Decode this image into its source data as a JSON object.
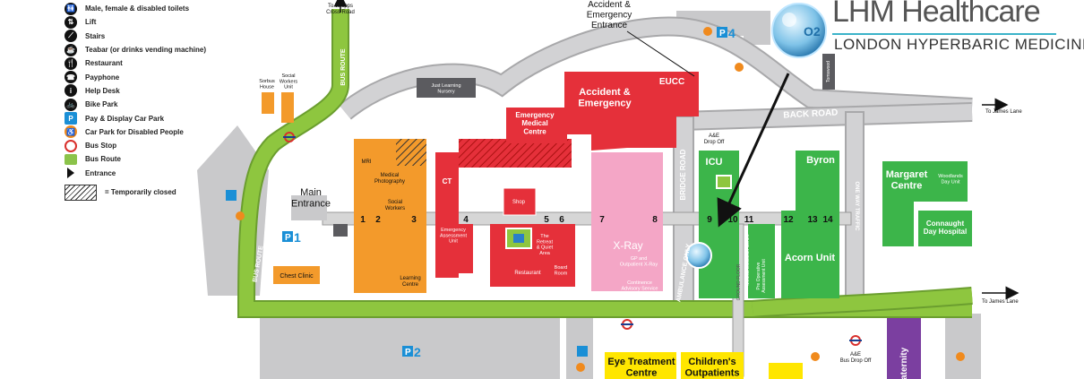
{
  "legend": [
    {
      "icon": "toilets-icon",
      "glyph": "🚻",
      "label": "Male, female & disabled toilets"
    },
    {
      "icon": "lift-icon",
      "glyph": "⇅",
      "label": "Lift"
    },
    {
      "icon": "stairs-icon",
      "glyph": "⟋",
      "label": "Stairs"
    },
    {
      "icon": "teabar-icon",
      "glyph": "☕",
      "label": "Teabar (or drinks vending machine)"
    },
    {
      "icon": "restaurant-icon",
      "glyph": "🍴",
      "label": "Restaurant"
    },
    {
      "icon": "payphone-icon",
      "glyph": "☎",
      "label": "Payphone"
    },
    {
      "icon": "help-desk-icon",
      "glyph": "i",
      "label": "Help Desk"
    },
    {
      "icon": "bike-park-icon",
      "glyph": "🚲",
      "label": "Bike Park"
    },
    {
      "icon": "car-park-icon",
      "glyph": "P",
      "label": "Pay & Display Car Park"
    },
    {
      "icon": "disabled-parking-icon",
      "glyph": "♿",
      "label": "Car Park for Disabled People"
    },
    {
      "icon": "bus-stop-icon",
      "glyph": "",
      "label": "Bus Stop"
    },
    {
      "icon": "bus-route-icon",
      "glyph": "",
      "label": "Bus Route"
    },
    {
      "icon": "entrance-icon",
      "glyph": "",
      "label": "Entrance"
    }
  ],
  "legend_closed": "= Temporarily closed",
  "logo": {
    "title": "LHM Healthcare",
    "subtitle": "LONDON HYPERBARIC MEDICINE",
    "badge": "O2"
  },
  "labels": {
    "to_whipps": "To Whipps\nCross Road",
    "to_james_1": "To James Lane",
    "to_james_2": "To James Lane",
    "bus_route_1": "BUS ROUTE",
    "bus_route_2": "BUS ROUTE",
    "back_road": "BACK ROAD",
    "bridge_road": "BRIDGE ROAD",
    "one_way": "ONE WAY TRAFFIC",
    "ambulance_only": "AMBULANCE ONLY",
    "ground_floor": "GROUND FLOOR",
    "accident_entrance": "Accident &\nEmergency\nEntrance",
    "ae_dropoff": "A&E\nDrop Off",
    "ae_bus_dropoff": "A&E\nBus Drop Off"
  },
  "buildings": {
    "sorbus": "Sorbus\nHouse",
    "social_workers_unit": "Social\nWorkers\nUnit",
    "just_learning": "Just Learning\nNursery",
    "main_entrance": "Main\nEntrance",
    "mri": "MRI",
    "medical_photography": "Medical\nPhotography",
    "social_workers": "Social\nWorkers",
    "learning_centre": "Learning\nCentre",
    "chest_clinic": "Chest Clinic",
    "ct": "CT",
    "emergency_medical_centre": "Emergency\nMedical\nCentre",
    "accident_emergency": "Accident &\nEmergency",
    "eucc": "EUCC",
    "emergency_assessment": "Emergency\nAssessment\nUnit",
    "shop": "Shop",
    "restaurant": "Restaurant",
    "retreat": "The\nRetreat\n& Quiet\nArea",
    "board_room": "Board\nRoom",
    "xray": "X-Ray",
    "gp_outpatients": "GP and\nOutpatient X-Ray",
    "continence": "Continence\nAdvisory Service",
    "icu": "ICU",
    "medical_education": "Medical Education Centre",
    "pre_operative": "Pre Operative\nAssessment Unit",
    "byron": "Byron",
    "acorn": "Acorn Unit",
    "margaret": "Margaret\nCentre",
    "woodlands": "Woodlands\nDay Unit",
    "connaught": "Connaught\nDay Hospital",
    "tomswood": "Tomswood",
    "eye_treatment": "Eye Treatment\nCentre",
    "childrens": "Children's\nOutpatients",
    "maternity": "Maternity"
  },
  "parking": {
    "p1": "1",
    "p2": "2",
    "p4": "4"
  },
  "corridor_numbers": [
    "1",
    "2",
    "3",
    "4",
    "5",
    "6",
    "7",
    "8",
    "9",
    "10",
    "11",
    "12",
    "13",
    "14"
  ],
  "colors": {
    "orange": "#f39a2b",
    "red": "#e5303a",
    "pink": "#f4a6c6",
    "green": "#3cb54a",
    "yellow": "#ffe600",
    "purple": "#7b3fa0",
    "grey_building": "#5b5b5f",
    "road": "#c9c9cb",
    "road_edge": "#a8a8aa",
    "bus_route": "#8ec63f",
    "corridor": "#d6d6d6",
    "blue": "#1a8fd6"
  }
}
